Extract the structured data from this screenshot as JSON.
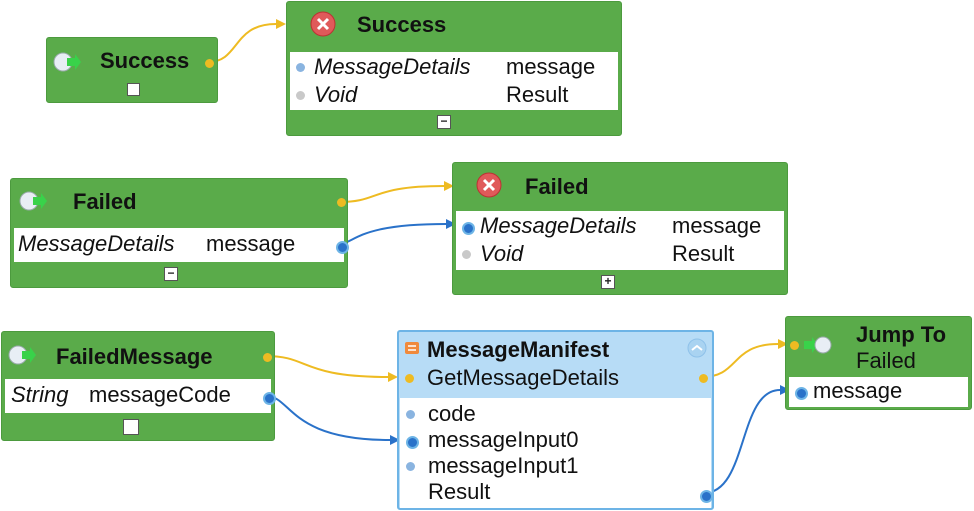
{
  "row1": {
    "start": {
      "label": "Success",
      "toggle": ""
    },
    "error": {
      "title": "Success",
      "param_type": "MessageDetails",
      "param_name": "message",
      "return_type": "Void",
      "return_name": "Result",
      "toggle": "−"
    }
  },
  "row2": {
    "start": {
      "label": "Failed",
      "param_type": "MessageDetails",
      "param_name": "message",
      "toggle": "−"
    },
    "error": {
      "title": "Failed",
      "param_type": "MessageDetails",
      "param_name": "message",
      "return_type": "Void",
      "return_name": "Result",
      "toggle": "+"
    }
  },
  "row3": {
    "start": {
      "label": "FailedMessage",
      "param_type": "String",
      "param_name": "messageCode",
      "toggle": ""
    },
    "manifest": {
      "title": "MessageManifest",
      "method": "GetMessageDetails",
      "params": [
        "code",
        "messageInput0",
        "messageInput1"
      ],
      "result": "Result"
    },
    "jump": {
      "title": "Jump To",
      "target": "Failed",
      "param": "message"
    }
  },
  "colors": {
    "node_green": "#5aab4a",
    "manifest_blue": "#b7dcf6",
    "exec_wire": "#eebb22",
    "data_wire": "#2a72c9"
  }
}
